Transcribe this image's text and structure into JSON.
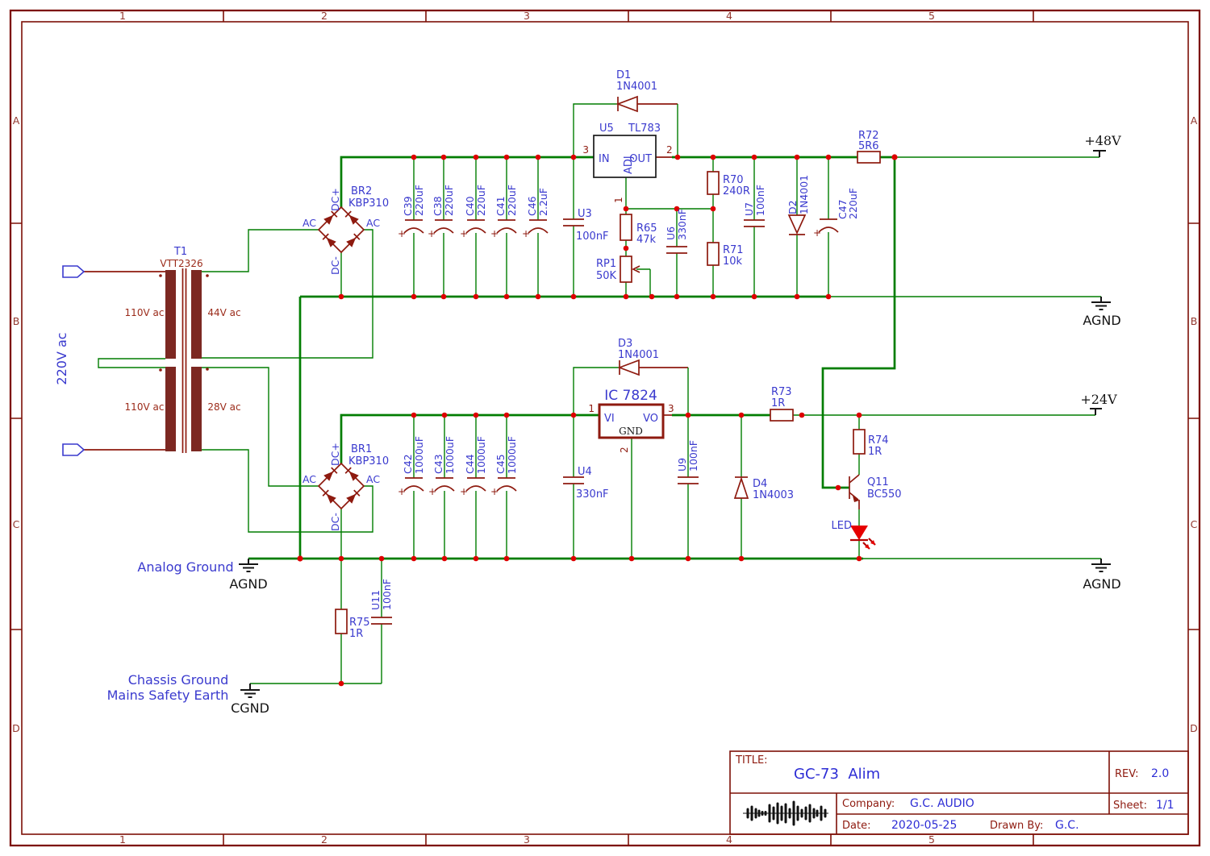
{
  "border": {
    "cols": [
      "1",
      "2",
      "3",
      "4",
      "5"
    ],
    "rows": [
      "A",
      "B",
      "C",
      "D"
    ]
  },
  "power": {
    "v48": "+48V",
    "v24": "+24V",
    "agnd": "AGND",
    "cgnd": "CGND"
  },
  "texts": {
    "analog_ground": "Analog Ground",
    "chassis_ground": "Chassis Ground",
    "mains_safety": "Mains Safety Earth",
    "mains": "220V ac",
    "led": "LED",
    "plus": "+"
  },
  "t1": {
    "ref": "T1",
    "value": "VTT2326",
    "pri1": "110V ac",
    "pri2": "110V ac",
    "sec1": "44V ac",
    "sec2": "28V ac"
  },
  "br": {
    "ac": "AC",
    "dcp": "DC+",
    "dcm": "DC-",
    "br2": {
      "ref": "BR2",
      "value": "KBP310"
    },
    "br1": {
      "ref": "BR1",
      "value": "KBP310"
    }
  },
  "caps": {
    "c39": {
      "ref": "C39",
      "value": "220uF"
    },
    "c38": {
      "ref": "C38",
      "value": "220uF"
    },
    "c40": {
      "ref": "C40",
      "value": "220uF"
    },
    "c41": {
      "ref": "C41",
      "value": "220uF"
    },
    "c46": {
      "ref": "C46",
      "value": "2.2uF"
    },
    "c47": {
      "ref": "C47",
      "value": "220uF"
    },
    "c42": {
      "ref": "C42",
      "value": "1000uF"
    },
    "c43": {
      "ref": "C43",
      "value": "1000uF"
    },
    "c44": {
      "ref": "C44",
      "value": "1000uF"
    },
    "c45": {
      "ref": "C45",
      "value": "1000uF"
    },
    "u3": {
      "ref": "U3",
      "value": "100nF"
    },
    "u4": {
      "ref": "U4",
      "value": "330nF"
    },
    "u6": {
      "ref": "U6",
      "value": "330nF"
    },
    "u7": {
      "ref": "U7",
      "value": "100nF"
    },
    "u9": {
      "ref": "U9",
      "value": "100nF"
    },
    "u11": {
      "ref": "U11",
      "value": "100nF"
    }
  },
  "res": {
    "r65": {
      "ref": "R65",
      "value": "47k"
    },
    "r70": {
      "ref": "R70",
      "value": "240R"
    },
    "r71": {
      "ref": "R71",
      "value": "10k"
    },
    "r72": {
      "ref": "R72",
      "value": "5R6"
    },
    "r73": {
      "ref": "R73",
      "value": "1R"
    },
    "r74": {
      "ref": "R74",
      "value": "1R"
    },
    "r75": {
      "ref": "R75",
      "value": "1R"
    },
    "rp1": {
      "ref": "RP1",
      "value": "50K"
    }
  },
  "diodes": {
    "d1": {
      "ref": "D1",
      "value": "1N4001"
    },
    "d2": {
      "ref": "D2",
      "value": "1N4001"
    },
    "d3": {
      "ref": "D3",
      "value": "1N4001"
    },
    "d4": {
      "ref": "D4",
      "value": "1N4003"
    }
  },
  "u5": {
    "ref": "U5",
    "value": "TL783",
    "in": "IN",
    "out": "OUT",
    "adj": "ADJ",
    "pin_in": "3",
    "pin_out": "2",
    "pin_adj": "1"
  },
  "ic7824": {
    "title": "IC 7824",
    "vi": "VI",
    "vo": "VO",
    "gnd": "GND",
    "pin_vi": "1",
    "pin_vo": "3",
    "pin_gnd": "2"
  },
  "q11": {
    "ref": "Q11",
    "value": "BC550"
  },
  "title_block": {
    "title_label": "TITLE:",
    "title": "GC-73  Alim",
    "rev_label": "REV:",
    "rev": "2.0",
    "company_label": "Company:",
    "company": "G.C. AUDIO",
    "sheet_label": "Sheet:",
    "sheet": "1/1",
    "date_label": "Date:",
    "date": "2020-05-25",
    "drawn_label": "Drawn By:",
    "drawn": "G.C."
  },
  "colors": {
    "wire_green": "#017d01",
    "component_red": "#8e1a0f",
    "label_blue": "#3a3ace",
    "junction_red": "#dd0000",
    "border_red": "#7d1007"
  }
}
